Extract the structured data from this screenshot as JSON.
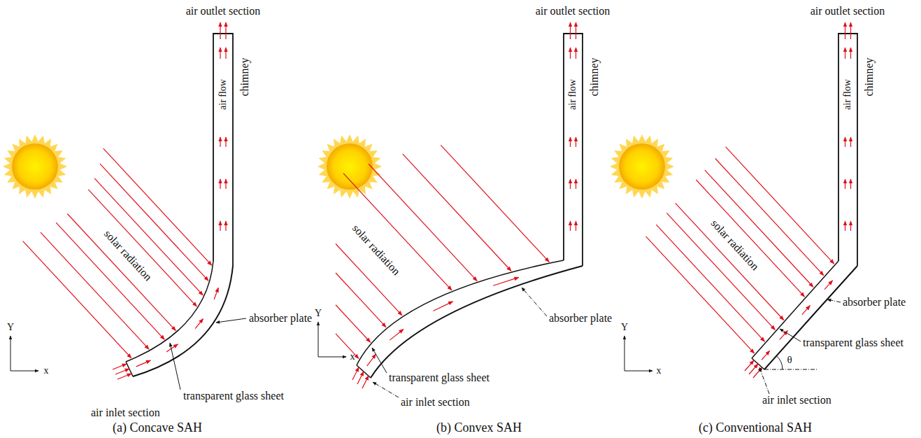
{
  "diagram": {
    "labels": [
      "air outlet section",
      "air flow",
      "chimney",
      "solar radiation",
      "absorber plate",
      "transparent glass sheet",
      "air inlet section",
      "Y",
      "x",
      "(a) Concave SAH",
      "air outlet section",
      "air flow",
      "chimney",
      "solar radiation",
      "absorber plate",
      "transparent glass sheet",
      "air inlet section",
      "Y",
      "x",
      "(b) Convex SAH",
      "air outlet section",
      "air flow",
      "chimney",
      "solar radiation",
      "absorber plate",
      "transparent glass sheet",
      "air inlet section",
      "Y",
      "x",
      "θ",
      "(c) Conventional SAH"
    ]
  }
}
